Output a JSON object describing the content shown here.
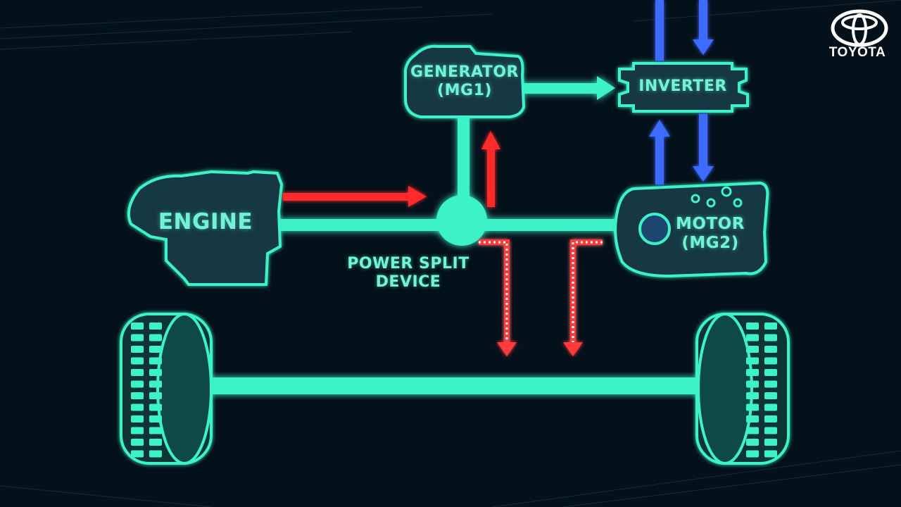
{
  "brand": {
    "name": "TOYOTA",
    "icon": "toyota-logo-icon"
  },
  "components": {
    "engine": "ENGINE",
    "generator": {
      "line1": "GENERATOR",
      "line2": "(MG1)"
    },
    "inverter": "INVERTER",
    "motor": {
      "line1": "MOTOR",
      "line2": "(MG2)"
    },
    "power_split": {
      "line1": "POWER SPLIT",
      "line2": "DEVICE"
    }
  },
  "colors": {
    "background": "#04101a",
    "shaft": "#3ef2c8",
    "component_fill": "#123844",
    "label": "#73f2d8",
    "engine_flow": "#ff2a2a",
    "battery_flow": "#3d6bff",
    "wheel_flow": "#ff3b3b",
    "gear_band": "#c0186e"
  }
}
